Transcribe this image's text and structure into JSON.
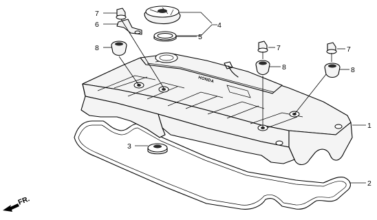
{
  "callouts": {
    "c1": "1",
    "c2": "2",
    "c3": "3",
    "c4": "4",
    "c5": "5",
    "c6": "6",
    "c7a": "7",
    "c7b": "7",
    "c7c": "7",
    "c8a": "8",
    "c8b": "8",
    "c8c": "8"
  },
  "direction_label": "FR.",
  "cover_emblem": "HONDA"
}
